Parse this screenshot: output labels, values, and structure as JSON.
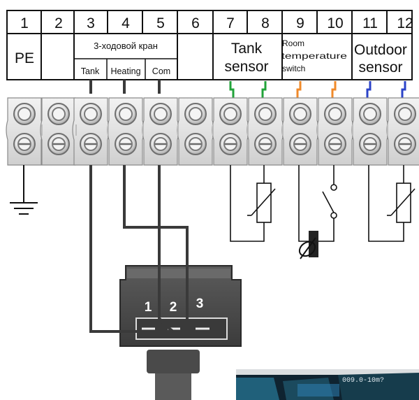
{
  "terminal_numbers": [
    "1",
    "2",
    "3",
    "4",
    "5",
    "6",
    "7",
    "8",
    "9",
    "10",
    "11",
    "12"
  ],
  "labels": {
    "pe": "PE",
    "valve": "3-ходовой кран",
    "tank": "Tank",
    "heating": "Heating",
    "com": "Com",
    "tank_sensor_1": "Tank",
    "tank_sensor_2": "sensor",
    "room_1": "Room",
    "room_2": "temperature",
    "room_3": "switch",
    "outdoor_1": "Outdoor",
    "outdoor_2": "sensor"
  },
  "connector_pins": [
    "1",
    "2",
    "3"
  ],
  "photo_text": "009.0-10m?",
  "colors": {
    "tank_sensor_wire": "#22a33a",
    "room_switch_wire": "#f08a2a",
    "outdoor_sensor_wire": "#2b43c8",
    "valve_wire": "#3a3a3a",
    "connector_body": "#4e4e4e"
  },
  "icons": {
    "ground": "ground-symbol-icon",
    "thermistor": "thermistor-icon",
    "switch": "thermostat-switch-icon",
    "room_thermostat": "thermostat-dial-icon"
  }
}
